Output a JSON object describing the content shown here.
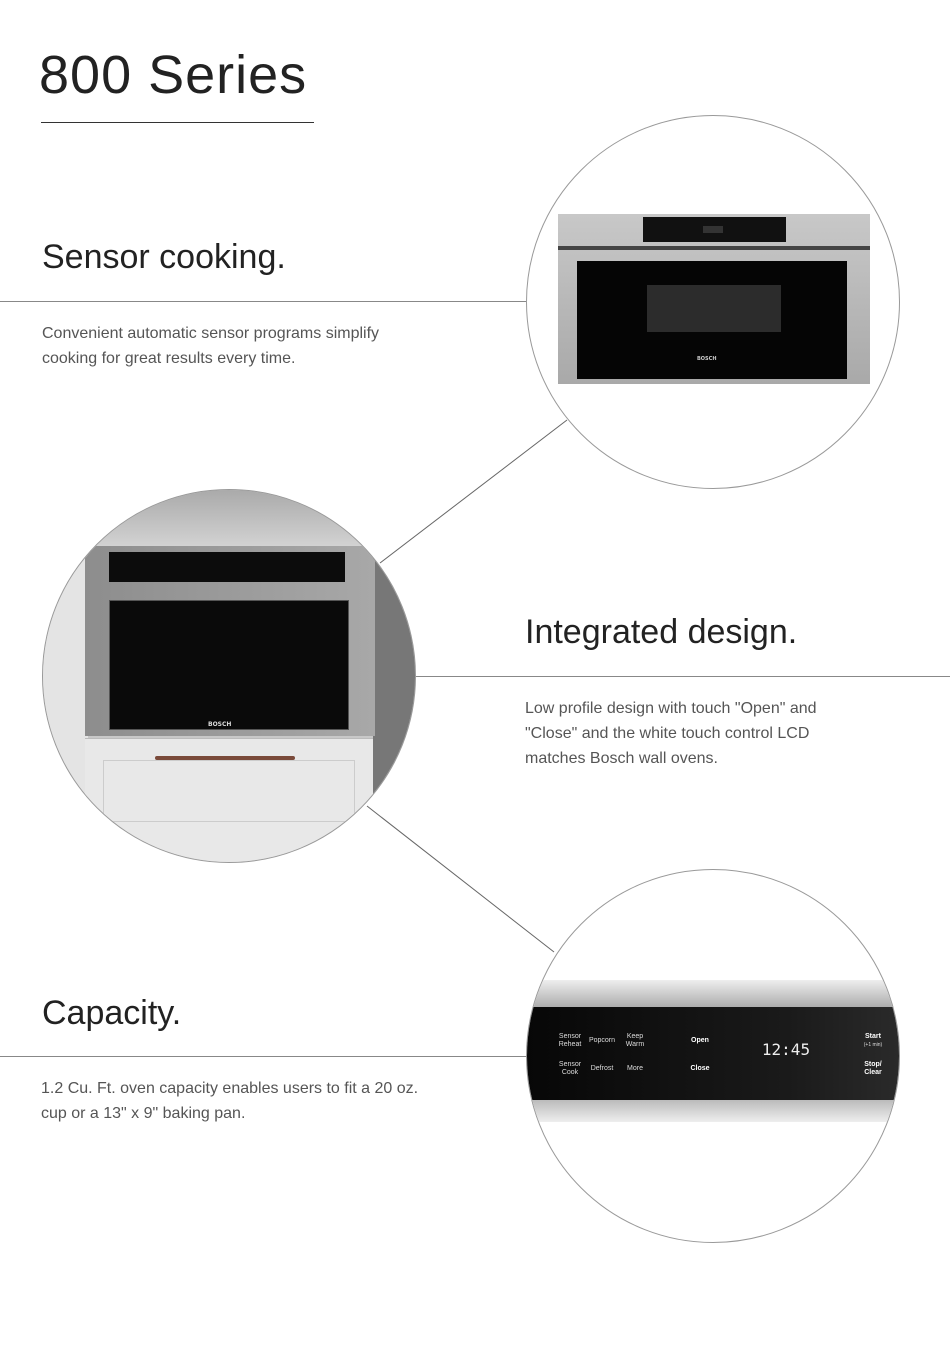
{
  "title": "800 Series",
  "sections": [
    {
      "heading": "Sensor cooking.",
      "body": "Convenient automatic sensor programs simplify cooking for great results every time."
    },
    {
      "heading": "Integrated design.",
      "body": "Low profile design with touch \"Open\" and \"Close\" and the white touch control LCD matches Bosch wall ovens."
    },
    {
      "heading": "Capacity.",
      "body": "1.2 Cu. Ft. oven capacity enables users to fit a 20 oz. cup or a 13\" x 9\" baking pan."
    }
  ],
  "panel": {
    "sensor_reheat": "Sensor Reheat",
    "popcorn": "Popcorn",
    "keep_warm": "Keep Warm",
    "open": "Open",
    "start": "Start",
    "start_sub": "(+1 min)",
    "sensor_cook": "Sensor Cook",
    "defrost": "Defrost",
    "more": "More",
    "close": "Close",
    "stop": "Stop/ Clear",
    "clock": "12:45"
  },
  "brand": "BOSCH"
}
